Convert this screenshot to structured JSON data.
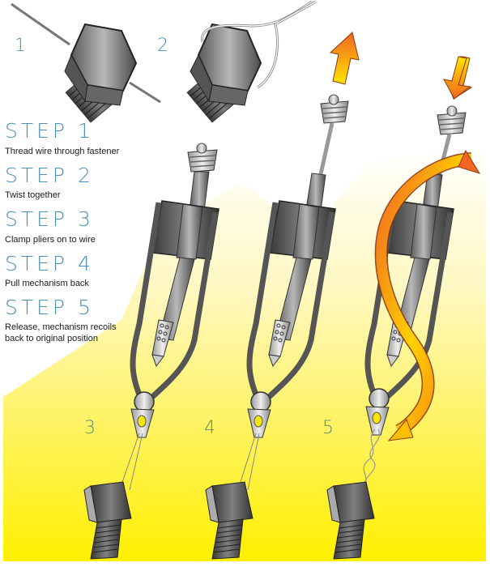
{
  "figure_numbers": [
    "1",
    "2",
    "3",
    "4",
    "5"
  ],
  "steps": [
    {
      "title": "STEP 1",
      "description": "Thread wire through fastener"
    },
    {
      "title": "STEP 2",
      "description": "Twist together"
    },
    {
      "title": "STEP 3",
      "description": "Clamp pliers on to wire"
    },
    {
      "title": "STEP 4",
      "description": "Pull mechanism back"
    },
    {
      "title": "STEP 5",
      "description": "Release, mechanism recoils\nback to original position"
    }
  ],
  "colors": {
    "step_title": "#4a90b8",
    "background_yellow": "#fff200",
    "arrow_orange": "#f26522",
    "arrow_yellow": "#ffe600",
    "tool_gray": "#555555"
  },
  "illustrations": [
    {
      "id": "fig-1",
      "subject": "hex-bolt-wire-threaded"
    },
    {
      "id": "fig-2",
      "subject": "hex-bolt-wire-twisted"
    },
    {
      "id": "fig-3",
      "subject": "safety-wire-pliers-clamped"
    },
    {
      "id": "fig-4",
      "subject": "safety-wire-pliers-pulled",
      "arrow": "up"
    },
    {
      "id": "fig-5",
      "subject": "safety-wire-pliers-recoil",
      "arrow": "down-spiral"
    }
  ]
}
